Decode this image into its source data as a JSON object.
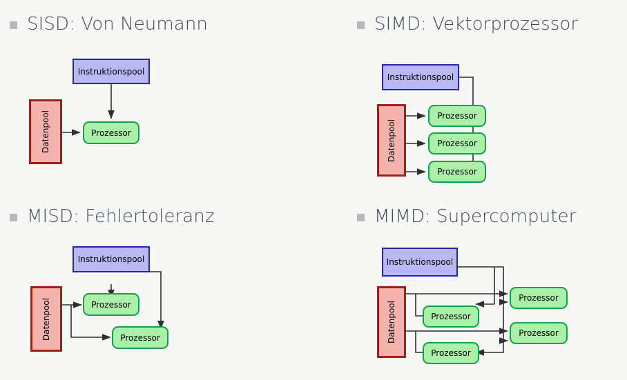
{
  "slide": {
    "background_color": "#f7f7f5",
    "heading_color": "#3d4b5c",
    "bullet_color": "#b9b9b9",
    "palette": {
      "instruction_fill": "#b9b8f2",
      "instruction_border": "#2223c4",
      "processor_fill": "#aaf0a8",
      "processor_border": "#14a04a",
      "data_fill": "#f5b3ae",
      "data_border": "#9e2016",
      "connector": "#3a3a3a"
    },
    "labels": {
      "instruction_pool": "Instruktionspool",
      "processor": "Prozessor",
      "data_pool": "Datenpool"
    }
  },
  "quadrants": [
    {
      "id": "sisd",
      "heading": "SISD: Von Neumann",
      "instruction_pools": 1,
      "processors": 1,
      "data_pools": 1
    },
    {
      "id": "simd",
      "heading": "SIMD: Vektorprozessor",
      "instruction_pools": 1,
      "processors": 3,
      "data_pools": 1
    },
    {
      "id": "misd",
      "heading": "MISD: Fehlertoleranz",
      "instruction_pools": 1,
      "processors": 2,
      "data_pools": 1
    },
    {
      "id": "mimd",
      "heading": "MIMD: Supercomputer",
      "instruction_pools": 1,
      "processors": 4,
      "data_pools": 1
    }
  ]
}
